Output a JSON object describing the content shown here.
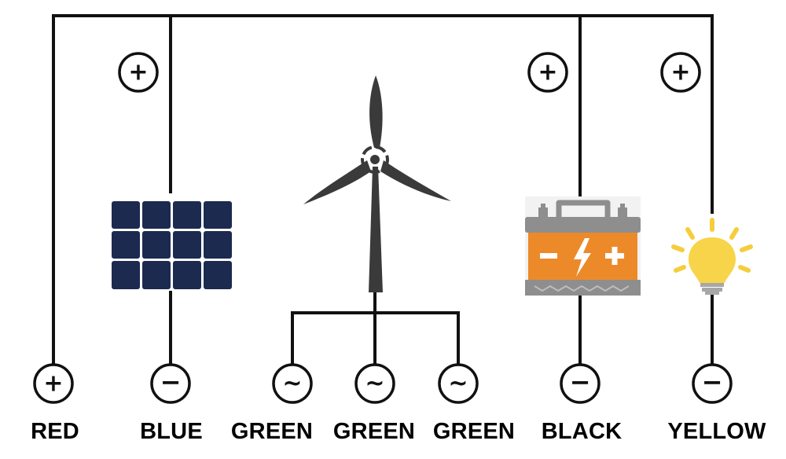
{
  "labels": {
    "red": "RED",
    "blue": "BLUE",
    "green1": "GREEN",
    "green2": "GREEN",
    "green3": "GREEN",
    "black": "BLACK",
    "yellow": "YELLOW"
  },
  "terminals": {
    "plus": "+",
    "minus": "−",
    "ac": "~"
  },
  "colors": {
    "wire": "#111111",
    "solar_cell": "#1c2a4f",
    "turbine": "#3a3a3a",
    "battery_body": "#ec8a2a",
    "battery_case": "#8e8e8e",
    "bulb": "#f7d44a",
    "bulb_rays": "#f5cd3d"
  }
}
